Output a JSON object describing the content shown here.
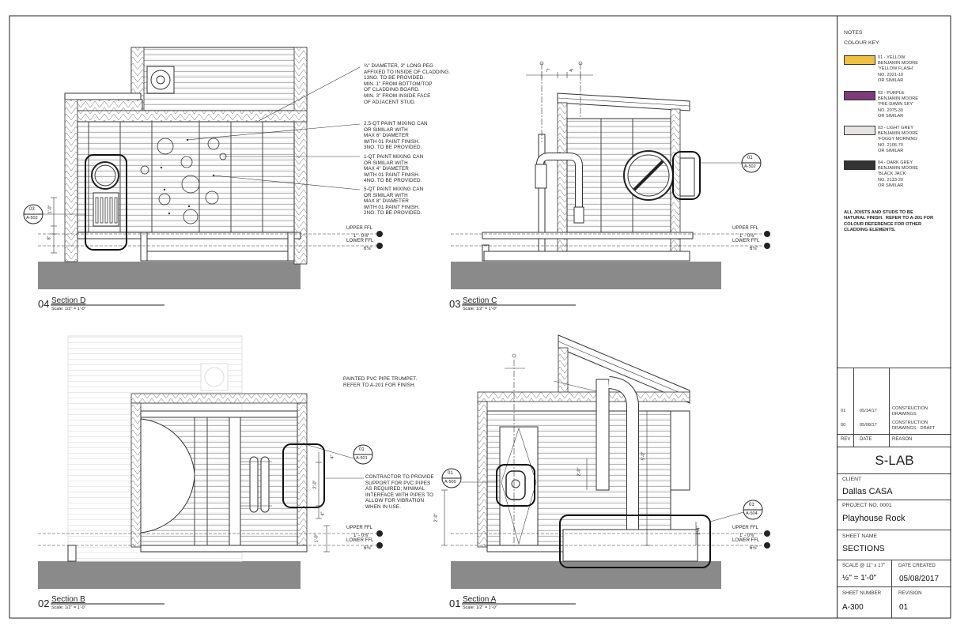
{
  "sheet": {
    "notes_title": "NOTES",
    "colour_key_title": "COLOUR KEY",
    "colour_key": [
      {
        "color": "#f0c040",
        "text": "01 - YELLOW\nBENJAMIN MOORE\n'YELLOW FLASH'\nNO. 2021-10\nOR SIMILAR"
      },
      {
        "color": "#7a3d7a",
        "text": "02 - PURPLE\nBENJAMIN MOORE\n'PRE-DAWN SKY'\nNO. 2075-30\nOR SIMILAR"
      },
      {
        "color": "#e6e4e0",
        "text": "03 - LIGHT GREY\nBENJAMIN MOORE\n'FOGGY MORNING'\nNO. 2106-70\nOR SIMILAR"
      },
      {
        "color": "#333333",
        "text": "04 - DARK GREY\nBENJAMIN MOORE\n'BLACK JACK'\nNO. 2133-20\nOR SIMILAR"
      }
    ],
    "general_note": "ALL JOISTS AND STUDS TO BE\nNATURAL FINISH.  REFER TO A-201 FOR\nCOLOUR REFERENCE FOR OTHER\nCLADDING ELEMENTS.",
    "revisions": [
      {
        "rev": "01",
        "date": "05/14/17",
        "reason": "CONSTRUCTION\nDRAWINGS"
      },
      {
        "rev": "00",
        "date": "05/08/17",
        "reason": "CONSTRUCTION\nDRAWINGS - DRAFT"
      }
    ],
    "rev_header": {
      "rev": "REV",
      "date": "DATE",
      "reason": "REASON"
    },
    "firm": "S-LAB",
    "client_label": "CLIENT",
    "client": "Dallas CASA",
    "project_label": "PROJECT  NO. 0001",
    "project": "Playhouse Rock",
    "sheet_name_label": "SHEET NAME",
    "sheet_name": "SECTIONS",
    "scale_label": "SCALE @ 11\" x 17\"",
    "scale": "½\" = 1'-0\"",
    "date_created_label": "DATE CREATED",
    "date_created": "05/08/2017",
    "sheet_number_label": "SHEET NUMBER",
    "sheet_number": "A-300",
    "revision_label": "REVISION",
    "revision": "01"
  },
  "views": {
    "d": {
      "num": "04",
      "title": "Section D",
      "scale": "Scale: 1/2\" = 1'-0\""
    },
    "c": {
      "num": "03",
      "title": "Section C",
      "scale": "Scale: 1/2\" = 1'-0\""
    },
    "b": {
      "num": "02",
      "title": "Section B",
      "scale": "Scale: 1/2\" = 1'-0\""
    },
    "a": {
      "num": "01",
      "title": "Section A",
      "scale": "Scale: 1/2\" = 1'-0\""
    }
  },
  "notes": {
    "peg": "¾\" DIAMETER, 3\" LONG PEG\nAFFIXED TO INSIDE OF CLADDING.\n13NO. TO BE PROVIDED.\nMIN. 1\" FROM BOTTOM/TOP\nOF CLADDING BOARD.\nMIN. 3\" FROM INSIDE FACE\nOF ADJACENT STUD.",
    "can25": "2.5-QT PAINT MIXING CAN\nOR SIMILAR WITH\nMAX 6\" DIAMETER\nWITH 01 PAINT FINISH.\n3NO. TO BE PROVIDED.",
    "can1": "1-QT PAINT MIXING CAN\nOR SIMILAR WITH\nMAX 4\" DIAMETER\nWITH 01 PAINT FINISH.\n4NO. TO BE PROVIDED.",
    "can5": "5-QT PAINT MIXING CAN\nOR SIMILAR WITH\nMAX 8\" DIAMETER\nWITH 01 PAINT FINISH.\n2NO. TO BE PROVIDED.",
    "trumpet": "PAINTED PVC PIPE TRUMPET.\nREFER TO A-201 FOR FINISH.",
    "contractor": "CONTRACTOR TO PROVIDE\nSUPPORT FOR PVC PIPES\nAS REQUIRED; MINIMAL\nINTERFACE WITH PIPES TO\nALLOW FOR VIBRATION\nWHEN IN USE."
  },
  "levels": {
    "upper": "UPPER FFL",
    "upper_val": "1' - 0⅛\"",
    "lower": "LOWER FFL",
    "lower_val": "6⅛\""
  },
  "callouts": [
    {
      "id": "d",
      "num": "03",
      "ref": "A-502"
    },
    {
      "id": "c",
      "num": "01",
      "ref": "A-502"
    },
    {
      "id": "b",
      "num": "01",
      "ref": "A-501"
    },
    {
      "id": "a1",
      "num": "01",
      "ref": "A-500"
    },
    {
      "id": "a2",
      "num": "01",
      "ref": "A-504"
    }
  ],
  "dims": {
    "d1": "1'-0\"",
    "d2": "8\"",
    "c1": "7\"",
    "c2": "4\"",
    "b1": "4\"",
    "b2": "2'-0\"",
    "b3": "4\"",
    "b4": "1'-0\"",
    "a1": "2'-0\"",
    "a2": "2'-0\"",
    "a3": "5'-0\"",
    "a4": "2'-4\""
  }
}
